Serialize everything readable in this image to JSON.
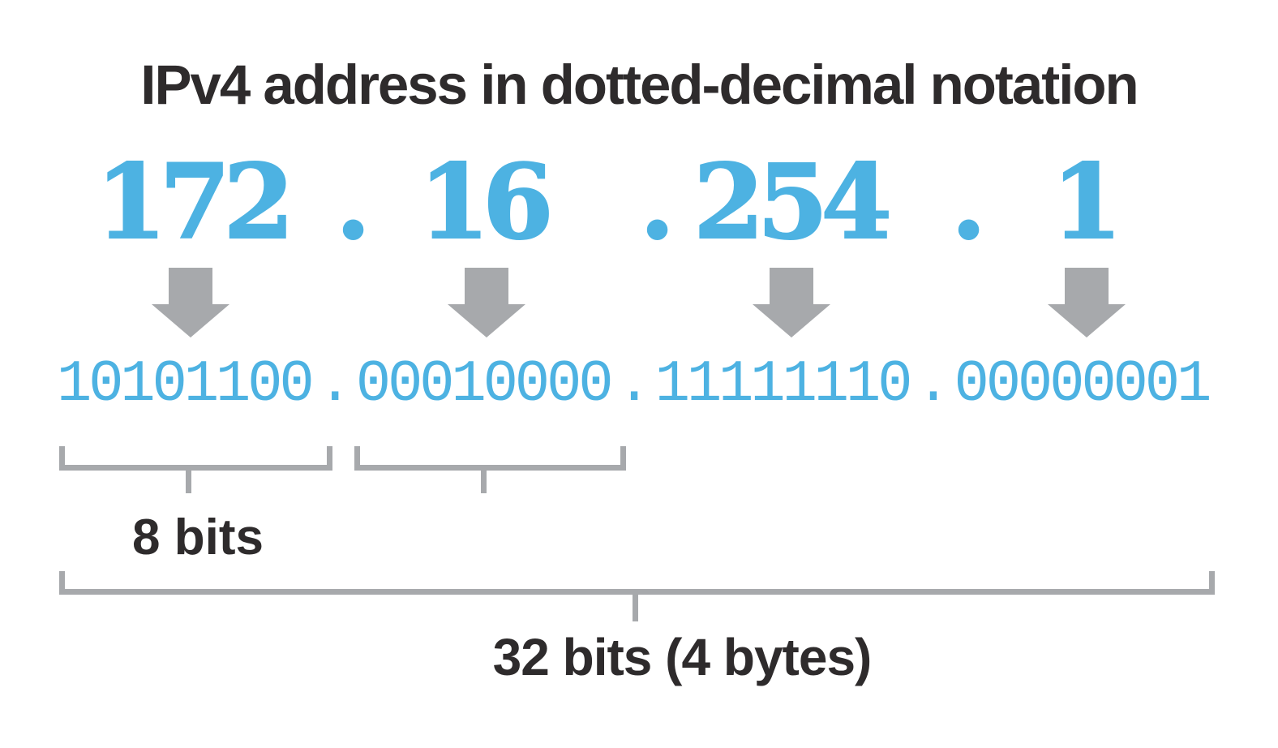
{
  "title": "IPv4 address in dotted-decimal notation",
  "address": {
    "octets_decimal": [
      "172",
      "16",
      "254",
      "1"
    ],
    "separator": ".",
    "octets_binary": [
      "10101100",
      "00010000",
      "11111110",
      "00000001"
    ]
  },
  "labels": {
    "octet_bits": "8 bits",
    "total_bits": "32 bits (4 bytes)"
  },
  "icons": {
    "octet_arrows": [
      "down-arrow",
      "down-arrow",
      "down-arrow",
      "down-arrow"
    ]
  },
  "colors": {
    "blue": "#4DB2E2",
    "gray": "#A7A9AC",
    "dark": "#2E2B2C",
    "background": "#FFFFFF"
  }
}
